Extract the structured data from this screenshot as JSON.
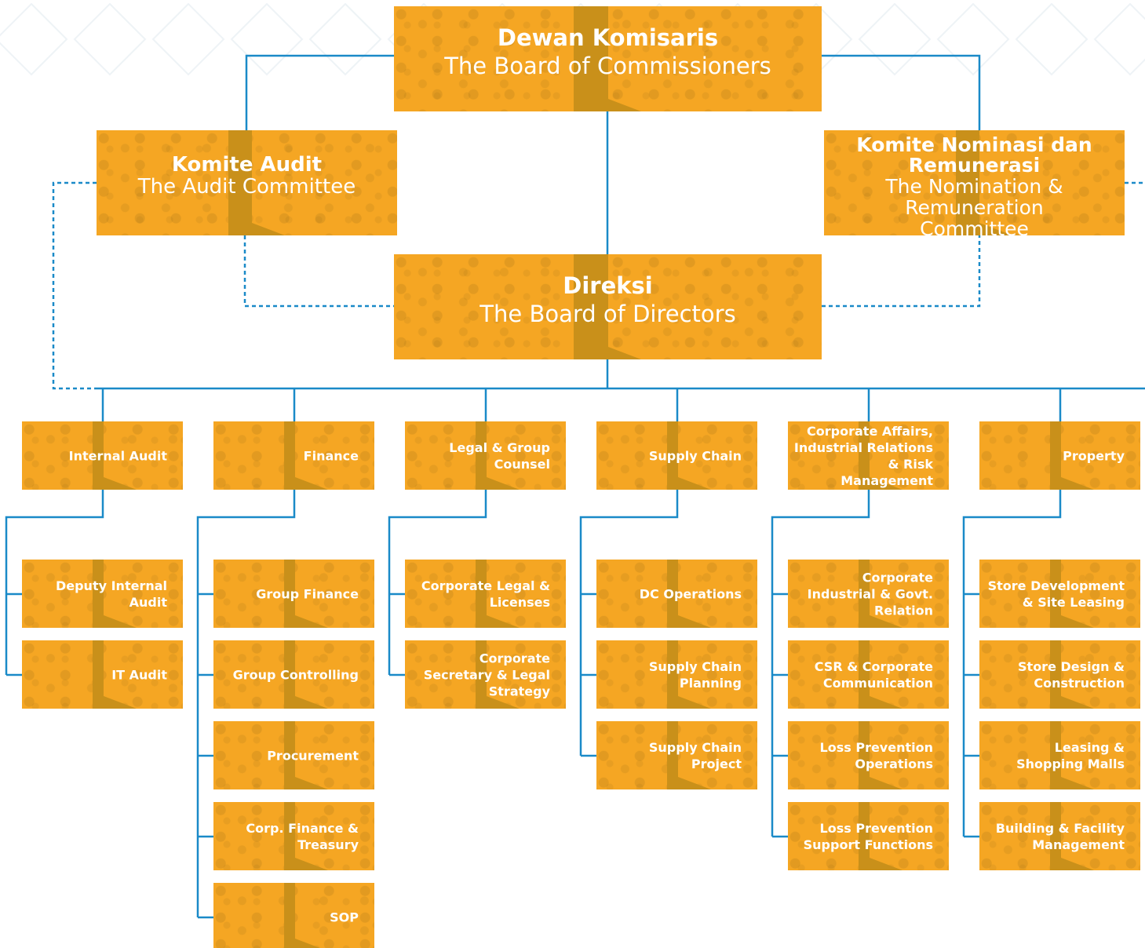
{
  "board_of_commissioners": {
    "title": "Dewan Komisaris",
    "subtitle": "The Board of Commissioners"
  },
  "audit_committee": {
    "title": "Komite Audit",
    "subtitle": "The Audit Committee"
  },
  "nomination_committee": {
    "title": "Komite Nominasi dan Remunerasi",
    "subtitle": "The Nomination & Remuneration Committee"
  },
  "board_of_directors": {
    "title": "Direksi",
    "subtitle": "The Board of Directors"
  },
  "departments": [
    {
      "name": "Internal Audit",
      "children": [
        "Deputy Internal Audit",
        "IT Audit"
      ]
    },
    {
      "name": "Finance",
      "children": [
        "Group Finance",
        "Group Controlling",
        "Procurement",
        "Corp. Finance & Treasury",
        "SOP"
      ]
    },
    {
      "name": "Legal & Group Counsel",
      "children": [
        "Corporate Legal & Licenses",
        "Corporate Secretary & Legal Strategy"
      ]
    },
    {
      "name": "Supply Chain",
      "children": [
        "DC Operations",
        "Supply Chain Planning",
        "Supply Chain Project"
      ]
    },
    {
      "name": "Corporate Affairs, Industrial Relations & Risk Management",
      "children": [
        "Corporate Industrial & Govt. Relation",
        "CSR & Corporate Communication",
        "Loss Prevention Operations",
        "Loss Prevention Support Functions"
      ]
    },
    {
      "name": "Property",
      "children": [
        "Store Development & Site Leasing",
        "Store Design & Construction",
        "Leasing & Shopping Malls",
        "Building & Facility Management"
      ]
    }
  ],
  "colors": {
    "box": "#f5a623",
    "box_fold": "#c9901a",
    "line": "#1a8ac8",
    "text": "#ffffff"
  }
}
